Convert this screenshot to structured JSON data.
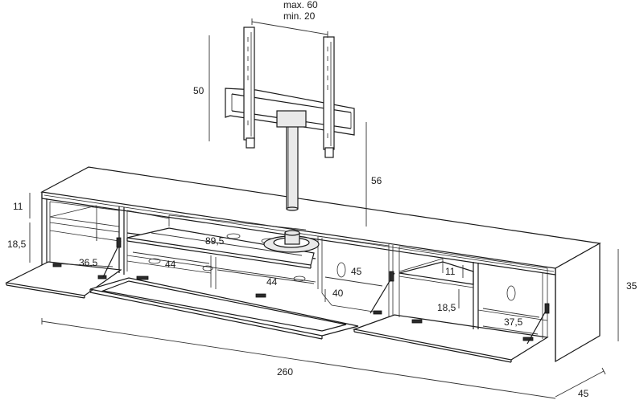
{
  "labels": {
    "mount_max": "max. 60",
    "mount_min": "min. 20",
    "mount_height": "50",
    "pole_height": "56",
    "top_compartment_height": "11",
    "left_compartment_height": "18,5",
    "left_compartment_width": "36,5",
    "center_left_width": "44",
    "center_right_width": "44",
    "center_shelf_width": "89,5",
    "center_right_depth": "45",
    "center_right_height": "40",
    "right_top_height": "11",
    "right_lower_height": "18,5",
    "right_compartment_width": "37,5",
    "total_width": "260",
    "depth": "45",
    "total_height": "35"
  },
  "colors": {
    "line": "#1a1a1a",
    "fill": "#ffffff",
    "accent": "#e9e9e9"
  }
}
